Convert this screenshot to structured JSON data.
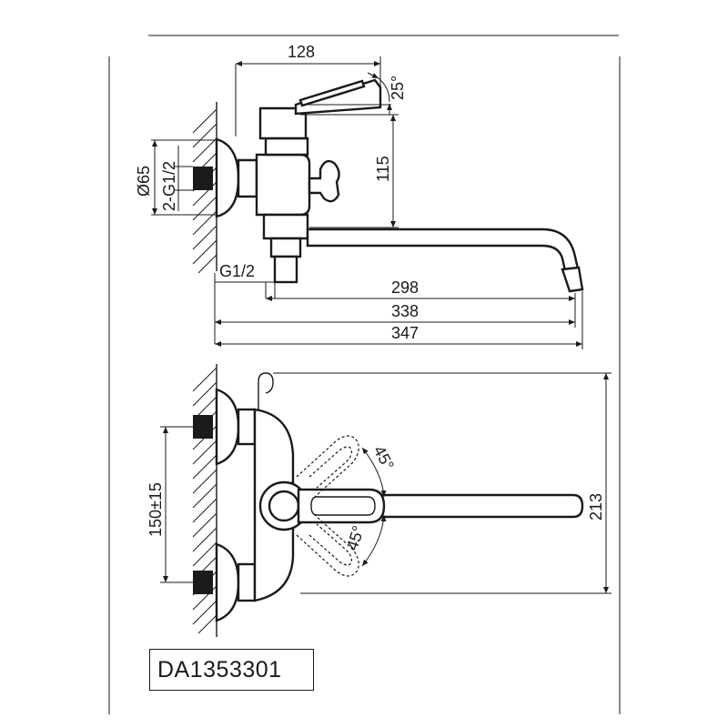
{
  "model": {
    "code": "DA1353301"
  },
  "side_view": {
    "dims": {
      "top_width": "128",
      "handle_angle": "25°",
      "height_outlet": "115",
      "flange_diameter": "Ø65",
      "inlet_thread": "2-G1/2",
      "outlet_thread": "G1/2",
      "spout_reach_1": "298",
      "spout_reach_2": "338",
      "overall_length": "347"
    }
  },
  "front_view": {
    "dims": {
      "inlet_spacing": "150±15",
      "spout_height": "213",
      "angle_upper": "45°",
      "angle_lower": "45°"
    }
  }
}
